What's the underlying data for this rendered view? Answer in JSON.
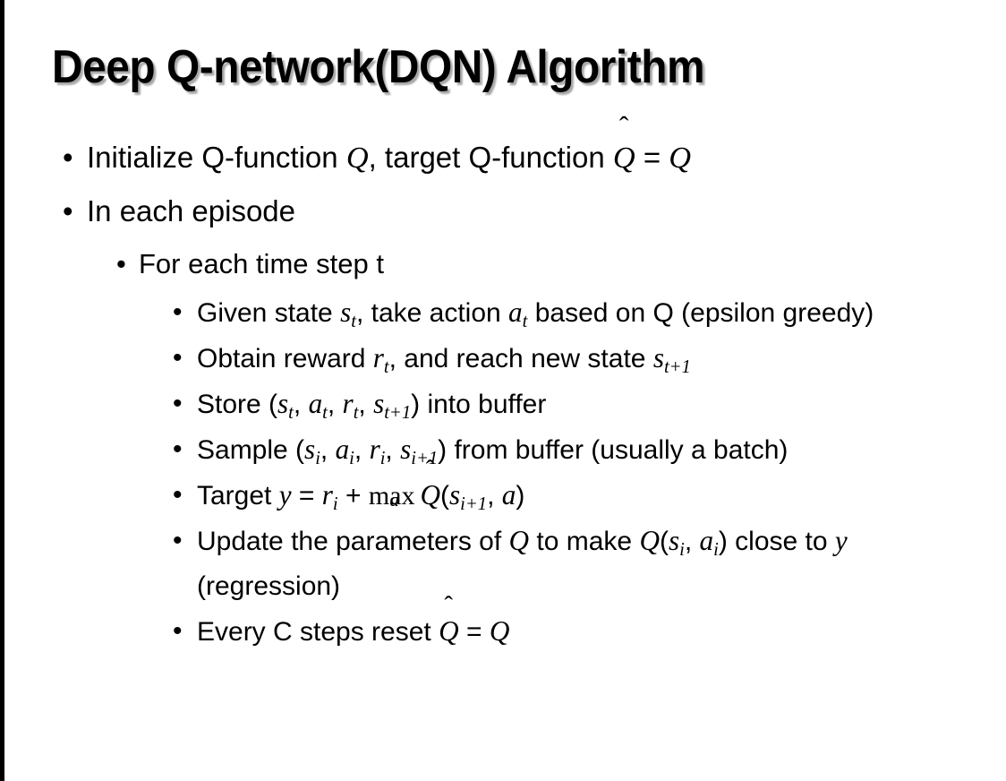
{
  "slide": {
    "title": "Deep Q-network(DQN) Algorithm",
    "bullet_glyph": "•",
    "background_color": "#ffffff",
    "text_color": "#000000",
    "edge_color": "#000000",
    "items": [
      {
        "level": 1,
        "text": "Initialize Q-function Q, target Q-function Q̂ = Q",
        "segments": [
          {
            "kind": "text",
            "value": "Initialize Q-function "
          },
          {
            "kind": "math",
            "value": "Q"
          },
          {
            "kind": "text",
            "value": ", target Q-function "
          },
          {
            "kind": "math-hat",
            "value": "Q"
          },
          {
            "kind": "text",
            "value": " = "
          },
          {
            "kind": "math",
            "value": "Q"
          }
        ]
      },
      {
        "level": 1,
        "text": "In each episode",
        "segments": [
          {
            "kind": "text",
            "value": "In each episode"
          }
        ]
      },
      {
        "level": 2,
        "text": "For each time step t",
        "segments": [
          {
            "kind": "text",
            "value": "For each time step t"
          }
        ]
      },
      {
        "level": 3,
        "text": "Given state s_t, take action a_t based on Q (epsilon greedy)",
        "segments": [
          {
            "kind": "text",
            "value": "Given state "
          },
          {
            "kind": "math-sub",
            "base": "s",
            "sub": "t"
          },
          {
            "kind": "text",
            "value": ", take action "
          },
          {
            "kind": "math-sub",
            "base": "a",
            "sub": "t"
          },
          {
            "kind": "text",
            "value": " based on Q (epsilon greedy)"
          }
        ]
      },
      {
        "level": 3,
        "text": "Obtain reward r_t, and reach new state s_{t+1}",
        "segments": [
          {
            "kind": "text",
            "value": "Obtain reward "
          },
          {
            "kind": "math-sub",
            "base": "r",
            "sub": "t"
          },
          {
            "kind": "text",
            "value": ", and reach new state "
          },
          {
            "kind": "math-sub",
            "base": "s",
            "sub": "t+1"
          }
        ]
      },
      {
        "level": 3,
        "text": "Store (s_t, a_t, r_t, s_{t+1}) into buffer",
        "segments": [
          {
            "kind": "text",
            "value": "Store ("
          },
          {
            "kind": "math-sub",
            "base": "s",
            "sub": "t"
          },
          {
            "kind": "text",
            "value": ", "
          },
          {
            "kind": "math-sub",
            "base": "a",
            "sub": "t"
          },
          {
            "kind": "text",
            "value": ", "
          },
          {
            "kind": "math-sub",
            "base": "r",
            "sub": "t"
          },
          {
            "kind": "text",
            "value": ", "
          },
          {
            "kind": "math-sub",
            "base": "s",
            "sub": "t+1"
          },
          {
            "kind": "text",
            "value": ") into buffer"
          }
        ]
      },
      {
        "level": 3,
        "text": "Sample (s_i, a_i, r_i, s_{i+1}) from buffer (usually a batch)",
        "segments": [
          {
            "kind": "text",
            "value": "Sample ("
          },
          {
            "kind": "math-sub",
            "base": "s",
            "sub": "i"
          },
          {
            "kind": "text",
            "value": ", "
          },
          {
            "kind": "math-sub",
            "base": "a",
            "sub": "i"
          },
          {
            "kind": "text",
            "value": ", "
          },
          {
            "kind": "math-sub",
            "base": "r",
            "sub": "i"
          },
          {
            "kind": "text",
            "value": ", "
          },
          {
            "kind": "math-sub",
            "base": "s",
            "sub": "i+1"
          },
          {
            "kind": "text",
            "value": ") from buffer (usually a batch)"
          }
        ]
      },
      {
        "level": 3,
        "text": "Target y = r_i + max_a Q̂(s_{i+1}, a)",
        "segments": [
          {
            "kind": "text",
            "value": "Target "
          },
          {
            "kind": "math",
            "value": "y"
          },
          {
            "kind": "text",
            "value": " = "
          },
          {
            "kind": "math-sub",
            "base": "r",
            "sub": "i"
          },
          {
            "kind": "text",
            "value": " + "
          },
          {
            "kind": "max-op",
            "op": "max",
            "under": "a"
          },
          {
            "kind": "math-hat",
            "value": "Q"
          },
          {
            "kind": "text",
            "value": "("
          },
          {
            "kind": "math-sub",
            "base": "s",
            "sub": "i+1"
          },
          {
            "kind": "text",
            "value": ", "
          },
          {
            "kind": "math",
            "value": "a"
          },
          {
            "kind": "text",
            "value": ")"
          }
        ]
      },
      {
        "level": 3,
        "text": "Update the parameters of Q to make Q(s_i, a_i) close to y (regression)",
        "segments": [
          {
            "kind": "text",
            "value": "Update the parameters of "
          },
          {
            "kind": "math",
            "value": "Q"
          },
          {
            "kind": "text",
            "value": " to make "
          },
          {
            "kind": "math",
            "value": "Q"
          },
          {
            "kind": "text",
            "value": "("
          },
          {
            "kind": "math-sub",
            "base": "s",
            "sub": "i"
          },
          {
            "kind": "text",
            "value": ", "
          },
          {
            "kind": "math-sub",
            "base": "a",
            "sub": "i"
          },
          {
            "kind": "text",
            "value": ") close to "
          },
          {
            "kind": "math",
            "value": "y"
          },
          {
            "kind": "text",
            "value": " (regression)"
          }
        ]
      },
      {
        "level": 3,
        "text": "Every C steps reset Q̂ = Q",
        "segments": [
          {
            "kind": "text",
            "value": "Every C steps reset "
          },
          {
            "kind": "math-hat",
            "value": "Q"
          },
          {
            "kind": "text",
            "value": " = "
          },
          {
            "kind": "math",
            "value": "Q"
          }
        ]
      }
    ]
  }
}
